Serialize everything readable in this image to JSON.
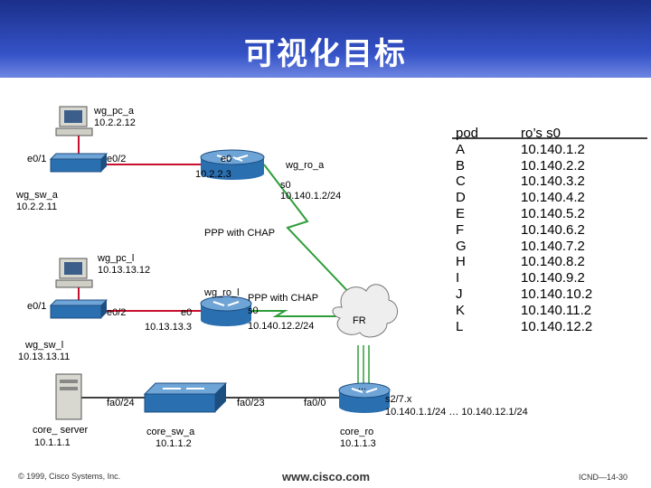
{
  "title": "可视化目标",
  "devices": {
    "wg_pc_a": {
      "name": "wg_pc_a",
      "ip": "10.2.2.12"
    },
    "wg_sw_a": {
      "name": "wg_sw_a",
      "ip": "10.2.2.11"
    },
    "wg_ro_a": {
      "name": "wg_ro_a",
      "e0_ip": "10.2.2.3",
      "s0_ip": "10.140.1.2/24"
    },
    "wg_pc_l": {
      "name": "wg_pc_l",
      "ip": "10.13.13.12"
    },
    "wg_sw_l": {
      "name": "wg_sw_l",
      "ip": "10.13.13.11"
    },
    "wg_ro_l": {
      "name": "wg_ro_l",
      "e0_ip": "10.13.13.3",
      "s0_ip": "10.140.12.2/24"
    },
    "core_server": {
      "name": "core_ server",
      "ip": "10.1.1.1"
    },
    "core_sw_a": {
      "name": "core_sw_a",
      "ip": "10.1.1.2"
    },
    "core_ro": {
      "name": "core_ro",
      "ip": "10.1.1.3",
      "s2_label": "s2/7.x",
      "s2_range": "10.140.1.1/24 … 10.140.12.1/24"
    }
  },
  "ports": {
    "e01": "e0/1",
    "e02": "e0/2",
    "e0": "e0",
    "s0": "s0",
    "fa024": "fa0/24",
    "fa023": "fa0/23",
    "fa00": "fa0/0"
  },
  "links": {
    "ppp": "PPP with CHAP",
    "fr": "FR",
    "dots": "..."
  },
  "table": {
    "header_pod": "pod",
    "header_ro": "ro’s s0",
    "rows": [
      {
        "pod": "A",
        "ip": "10.140.1.2"
      },
      {
        "pod": "B",
        "ip": "10.140.2.2"
      },
      {
        "pod": "C",
        "ip": "10.140.3.2"
      },
      {
        "pod": "D",
        "ip": "10.140.4.2"
      },
      {
        "pod": "E",
        "ip": "10.140.5.2"
      },
      {
        "pod": "F",
        "ip": "10.140.6.2"
      },
      {
        "pod": "G",
        "ip": "10.140.7.2"
      },
      {
        "pod": "H",
        "ip": "10.140.8.2"
      },
      {
        "pod": "I",
        "ip": "10.140.9.2"
      },
      {
        "pod": "J",
        "ip": "10.140.10.2"
      },
      {
        "pod": "K",
        "ip": "10.140.11.2"
      },
      {
        "pod": "L",
        "ip": "10.140.12.2"
      }
    ]
  },
  "footer": {
    "copyright": "© 1999, Cisco Systems, Inc.",
    "url": "www.cisco.com",
    "page": "ICND—14-30"
  },
  "colors": {
    "link_red": "#c8102e",
    "link_green": "#2f9e3a",
    "device_blue": "#2a6fb0"
  }
}
